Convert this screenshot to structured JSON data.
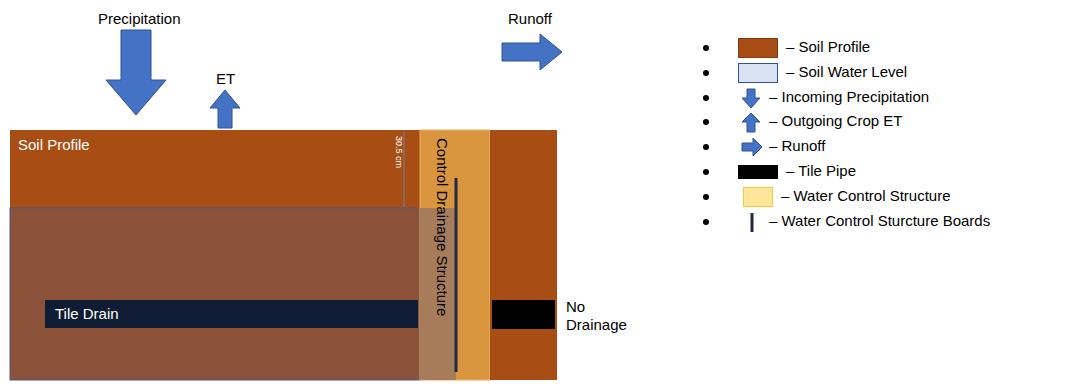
{
  "diagram": {
    "nodes": [
      {
        "text": [
          "Soil Profile"
        ]
      },
      {
        "text": [
          "Control Drainage Structure"
        ],
        "in": 0
      },
      {
        "text": [
          "Tile Drain"
        ],
        "in": 0
      }
    ],
    "labels": [
      "Precipitation",
      "ET",
      "Runoff",
      "30.5 cm",
      "No Drainage"
    ],
    "legend": [
      {
        "text": "– Soil Profile",
        "color": "#A84E14"
      },
      {
        "text": "– Soil Water Level",
        "color": "#D9E2F3"
      },
      {
        "text": "– Incoming Precipitation"
      },
      {
        "text": "– Outgoing Crop ET"
      },
      {
        "text": "– Runoff"
      },
      {
        "text": "– Tile Pipe",
        "color": "#000000"
      },
      {
        "text": "– Water Control Structure",
        "color": "#FFE699"
      },
      {
        "text": "– Water Control Sturcture Boards"
      }
    ]
  }
}
